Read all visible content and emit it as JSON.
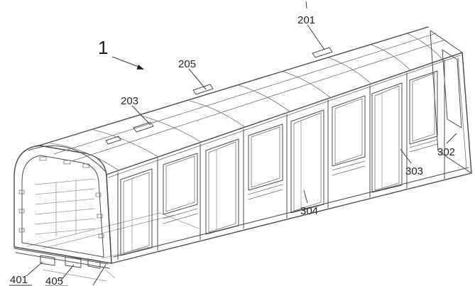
{
  "figure": {
    "number": "1",
    "type": "patent-line-drawing",
    "subject": "rail-vehicle-carbody-isometric",
    "reference_labels": [
      {
        "id": "201",
        "text": "201"
      },
      {
        "id": "205",
        "text": "205"
      },
      {
        "id": "203",
        "text": "203"
      },
      {
        "id": "302",
        "text": "302"
      },
      {
        "id": "303",
        "text": "303"
      },
      {
        "id": "304",
        "text": "304"
      },
      {
        "id": "401",
        "text": "401"
      },
      {
        "id": "405",
        "text": "405"
      }
    ],
    "colors": {
      "line": "#4c4c4c",
      "light_line": "#9a9a9a",
      "label_text": "#242424",
      "background": "#ffffff"
    }
  }
}
